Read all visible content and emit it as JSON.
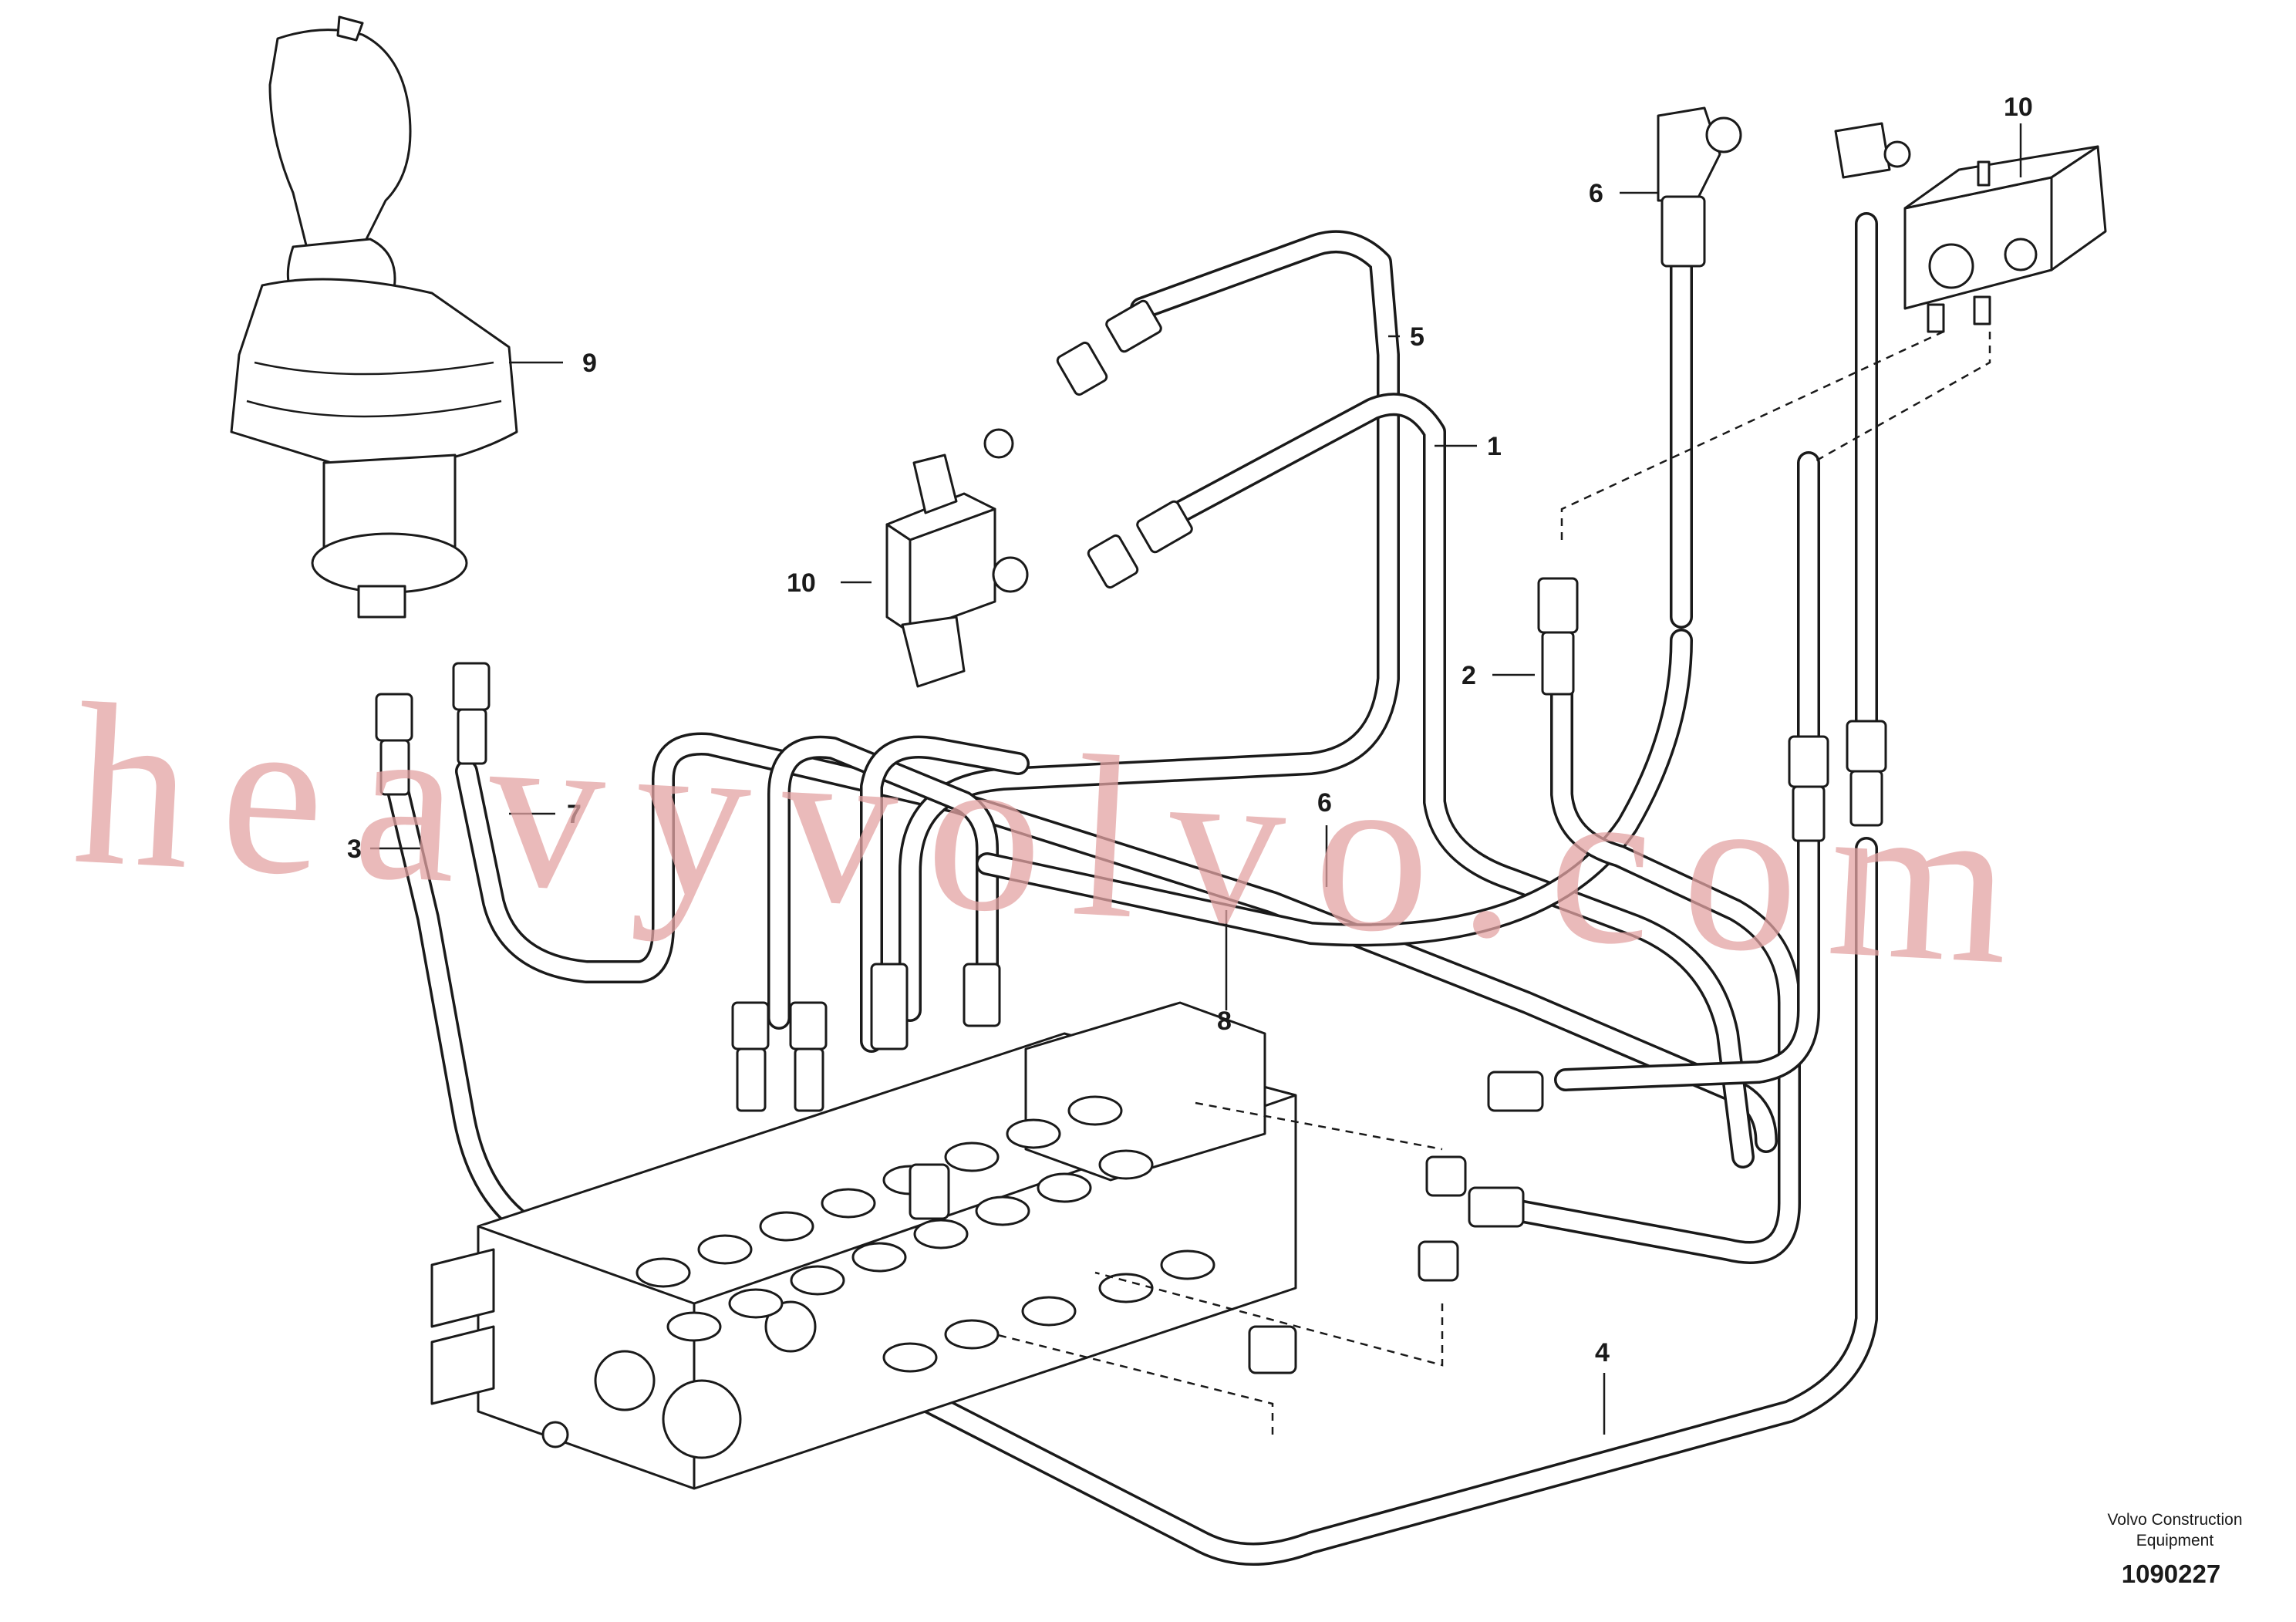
{
  "diagram": {
    "callouts": {
      "c1": "1",
      "c2": "2",
      "c3": "3",
      "c4": "4",
      "c5": "5",
      "c6a": "6",
      "c6b": "6",
      "c7": "7",
      "c8": "8",
      "c9": "9",
      "c10a": "10",
      "c10b": "10"
    },
    "watermark": "heavyvolvo.com",
    "footer": {
      "publisher_line1": "Volvo Construction",
      "publisher_line2": "Equipment",
      "illustration_number": "1090227"
    }
  }
}
